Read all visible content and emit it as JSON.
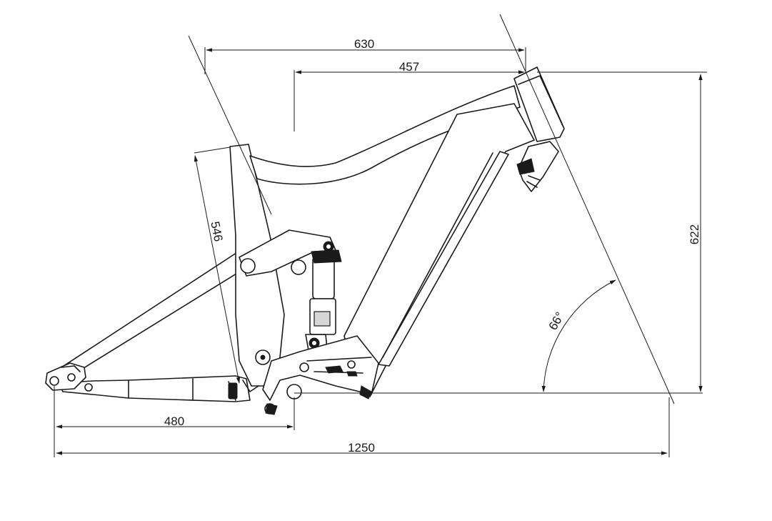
{
  "dimensions": {
    "top_tube_horizontal": "630",
    "reach": "457",
    "seat_tube": "546",
    "stack": "622",
    "head_angle": "66°",
    "chainstay": "480",
    "wheelbase": "1250"
  },
  "colors": {
    "line": "#1a1a1a",
    "background": "#ffffff",
    "fill_grey": "#d6d6d6"
  }
}
